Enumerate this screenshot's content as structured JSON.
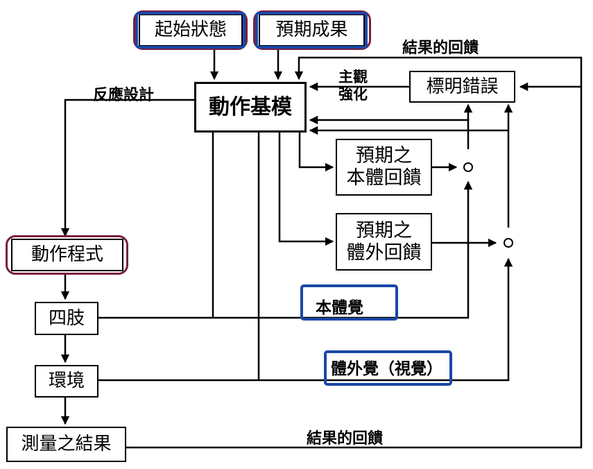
{
  "nodes": {
    "initial_state": "起始狀態",
    "expected_outcome": "預期成果",
    "action_template": "動作基模",
    "error_label": "標明錯誤",
    "expected_proprio_line1": "預期之",
    "expected_proprio_line2": "本體回饋",
    "expected_extero_line1": "預期之",
    "expected_extero_line2": "體外回饋",
    "motor_program": "動作程式",
    "limbs": "四肢",
    "environment": "環境",
    "measured_outcome": "測量之結果"
  },
  "labels": {
    "kr_top": "結果的回饋",
    "response_design": "反應設計",
    "subjective_line1": "主觀",
    "subjective_line2": "強化",
    "proprioception": "本體覺",
    "exteroception": "體外覺（視覺）",
    "kr_bottom": "結果的回饋"
  },
  "colors": {
    "highlight_blue": "#1a47a8",
    "highlight_maroon": "#7a1f3d",
    "line": "#000000"
  }
}
